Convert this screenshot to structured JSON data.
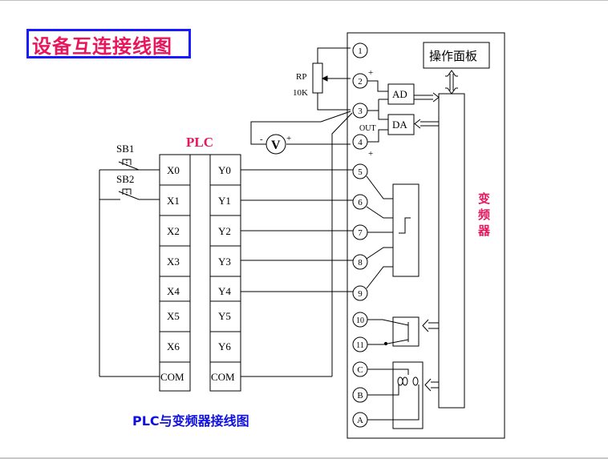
{
  "page": {
    "title": "设备互连接线图",
    "caption": "PLC与变频器接线图"
  },
  "plc": {
    "title": "PLC",
    "inputs": [
      "X0",
      "X1",
      "X2",
      "X3",
      "X4",
      "X5",
      "X6",
      "COM"
    ],
    "outputs": [
      "Y0",
      "Y1",
      "Y2",
      "Y3",
      "Y4",
      "Y5",
      "Y6",
      "COM"
    ],
    "switches": [
      "SB1",
      "SB2"
    ]
  },
  "potentiometer": {
    "name": "RP",
    "value": "10K"
  },
  "voltmeter": {
    "symbol": "V",
    "minus": "-",
    "plus": "+"
  },
  "vfd": {
    "title_chars": [
      "变",
      "频",
      "器"
    ],
    "panel_label": "操作面板",
    "ad_label": "AD",
    "da_label": "DA",
    "out_label": "OUT",
    "plus_sign": "+",
    "terminals": [
      "1",
      "2",
      "3",
      "4",
      "5",
      "6",
      "7",
      "8",
      "9",
      "10",
      "11",
      "C",
      "B",
      "A"
    ]
  },
  "colors": {
    "title_text": "#e8175d",
    "title_border": "#1a1aff",
    "caption": "#1010e0",
    "line": "#000000"
  }
}
